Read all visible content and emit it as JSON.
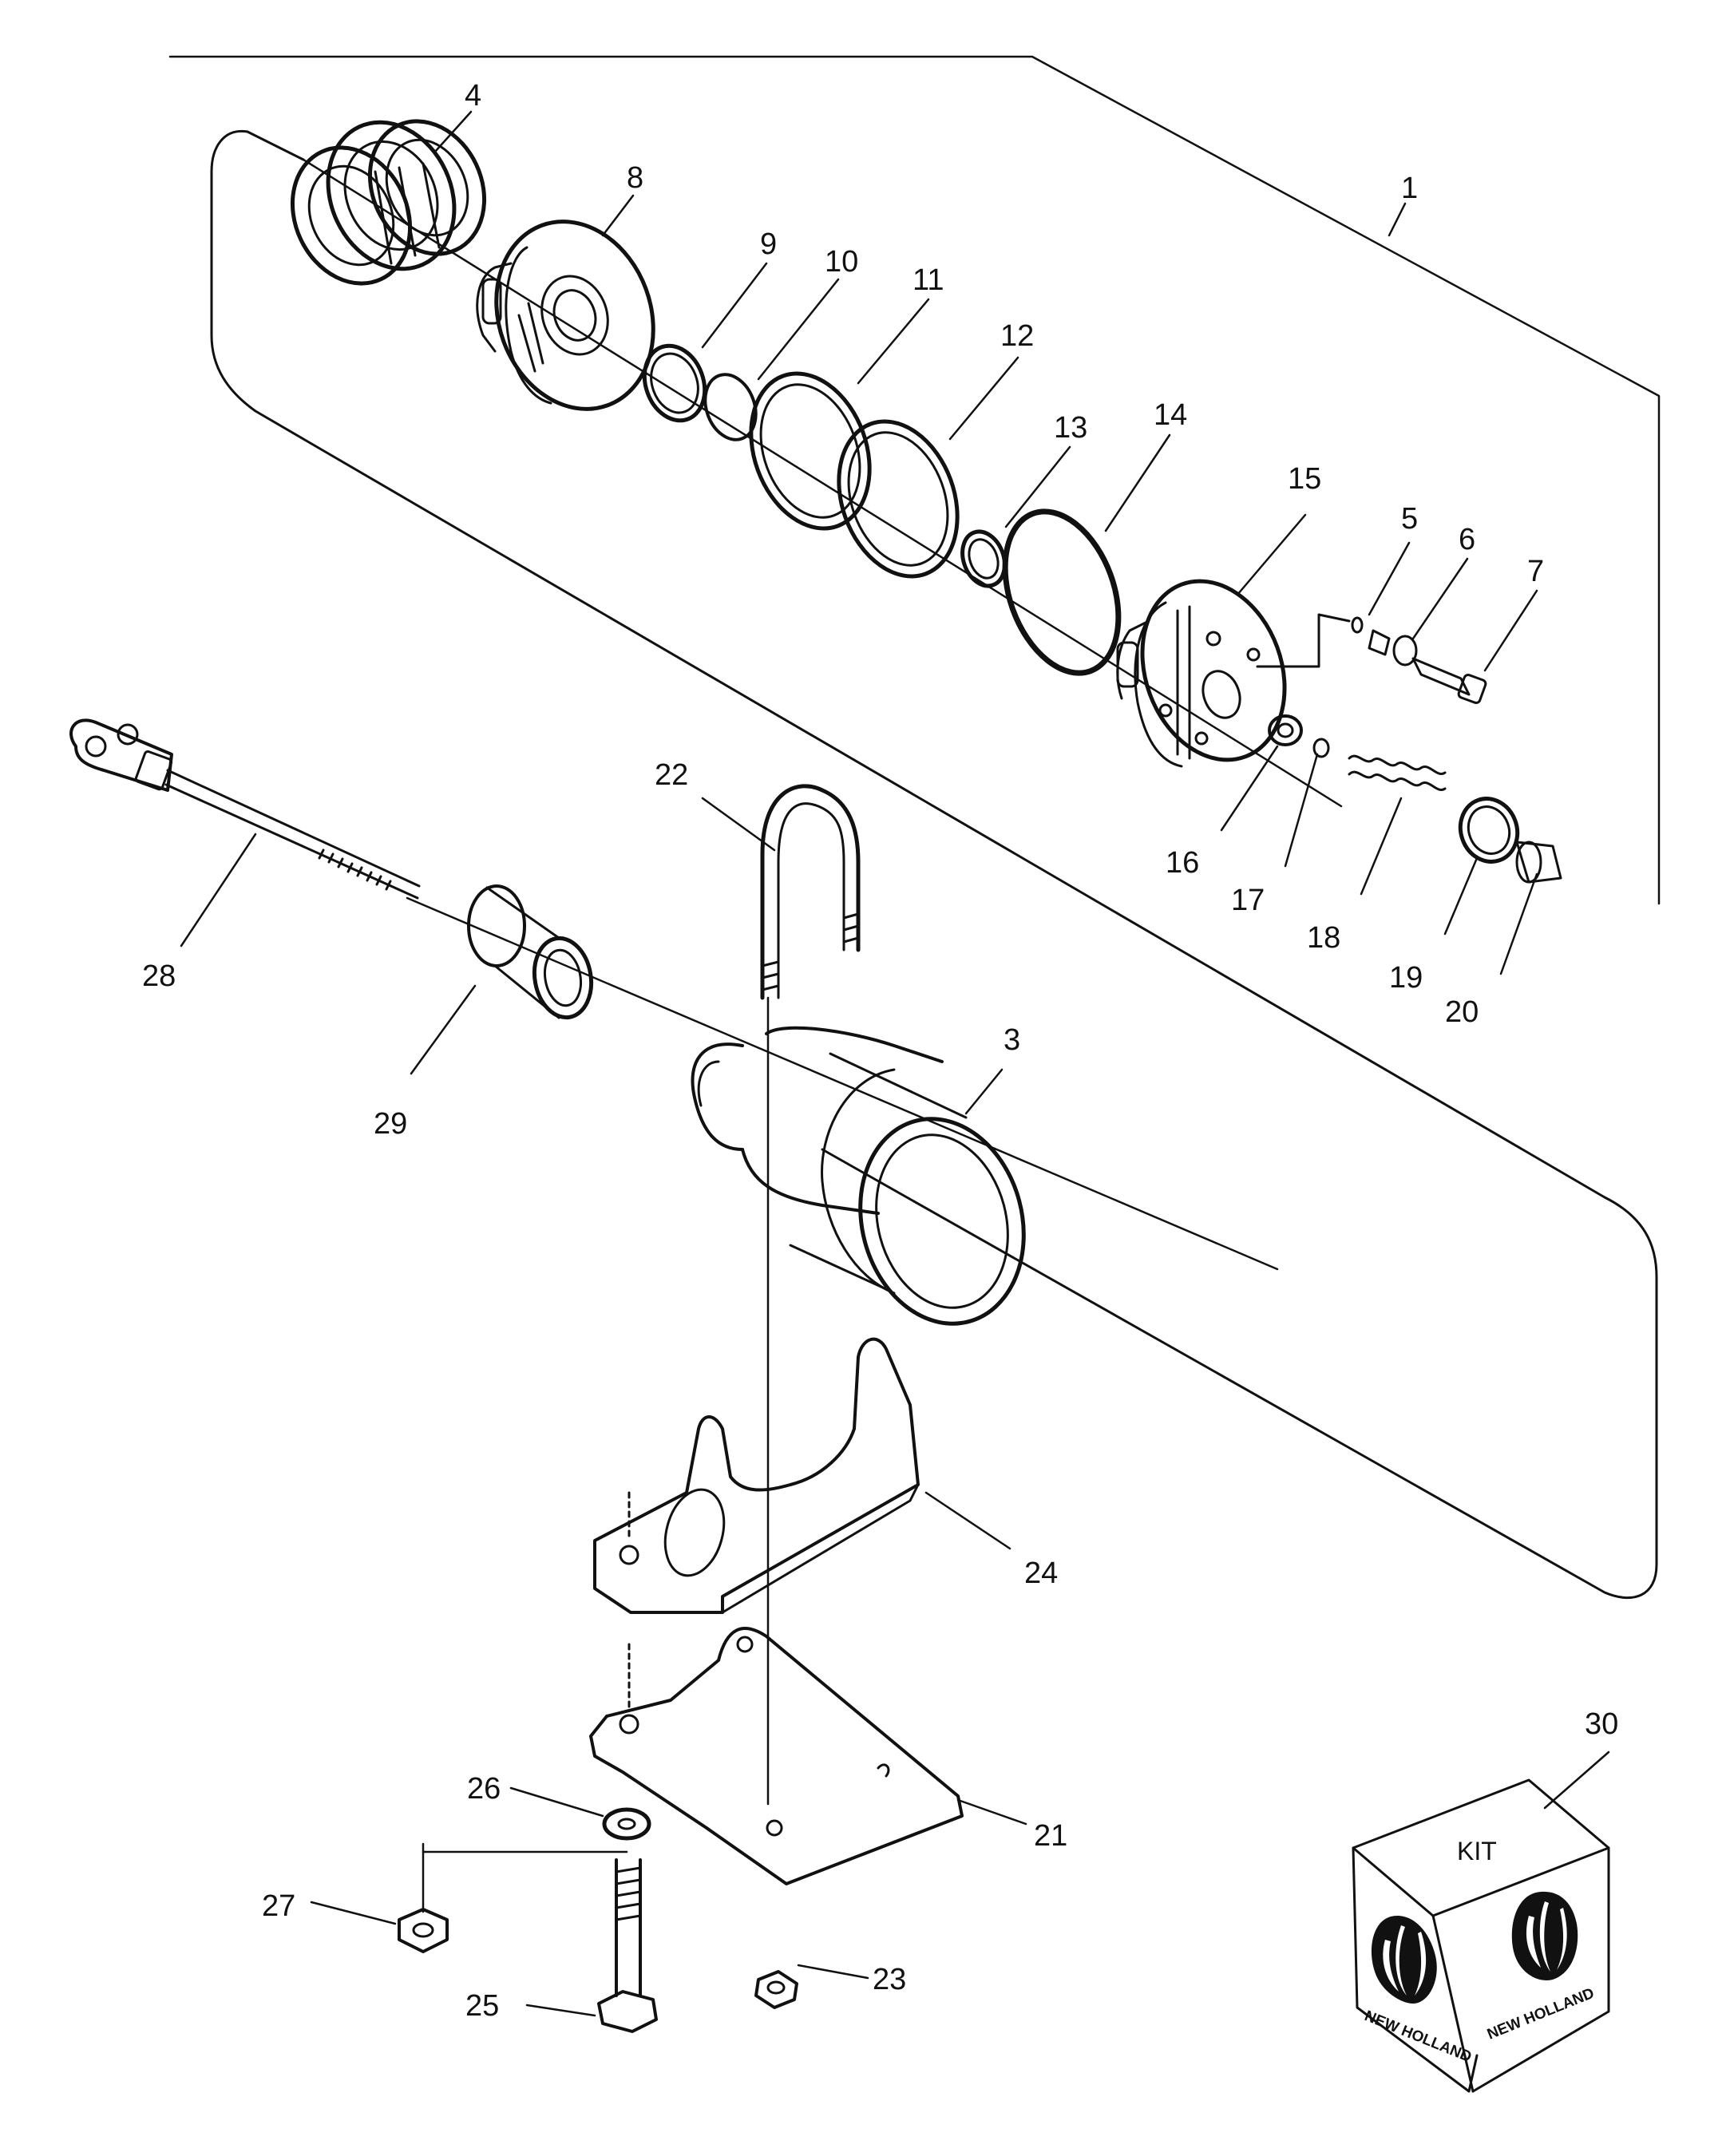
{
  "diagram": {
    "callouts": {
      "c1": "1",
      "c3": "3",
      "c4": "4",
      "c5": "5",
      "c6": "6",
      "c7": "7",
      "c8": "8",
      "c9": "9",
      "c10": "10",
      "c11": "11",
      "c12": "12",
      "c13": "13",
      "c14": "14",
      "c15": "15",
      "c16": "16",
      "c17": "17",
      "c18": "18",
      "c19": "19",
      "c20": "20",
      "c21": "21",
      "c22": "22",
      "c23": "23",
      "c24": "24",
      "c25": "25",
      "c26": "26",
      "c27": "27",
      "c28": "28",
      "c29": "29",
      "c30": "30"
    },
    "kit_box": {
      "label": "KIT",
      "brand_left": "NEW HOLLAND",
      "brand_right": "NEW HOLLAND"
    }
  }
}
